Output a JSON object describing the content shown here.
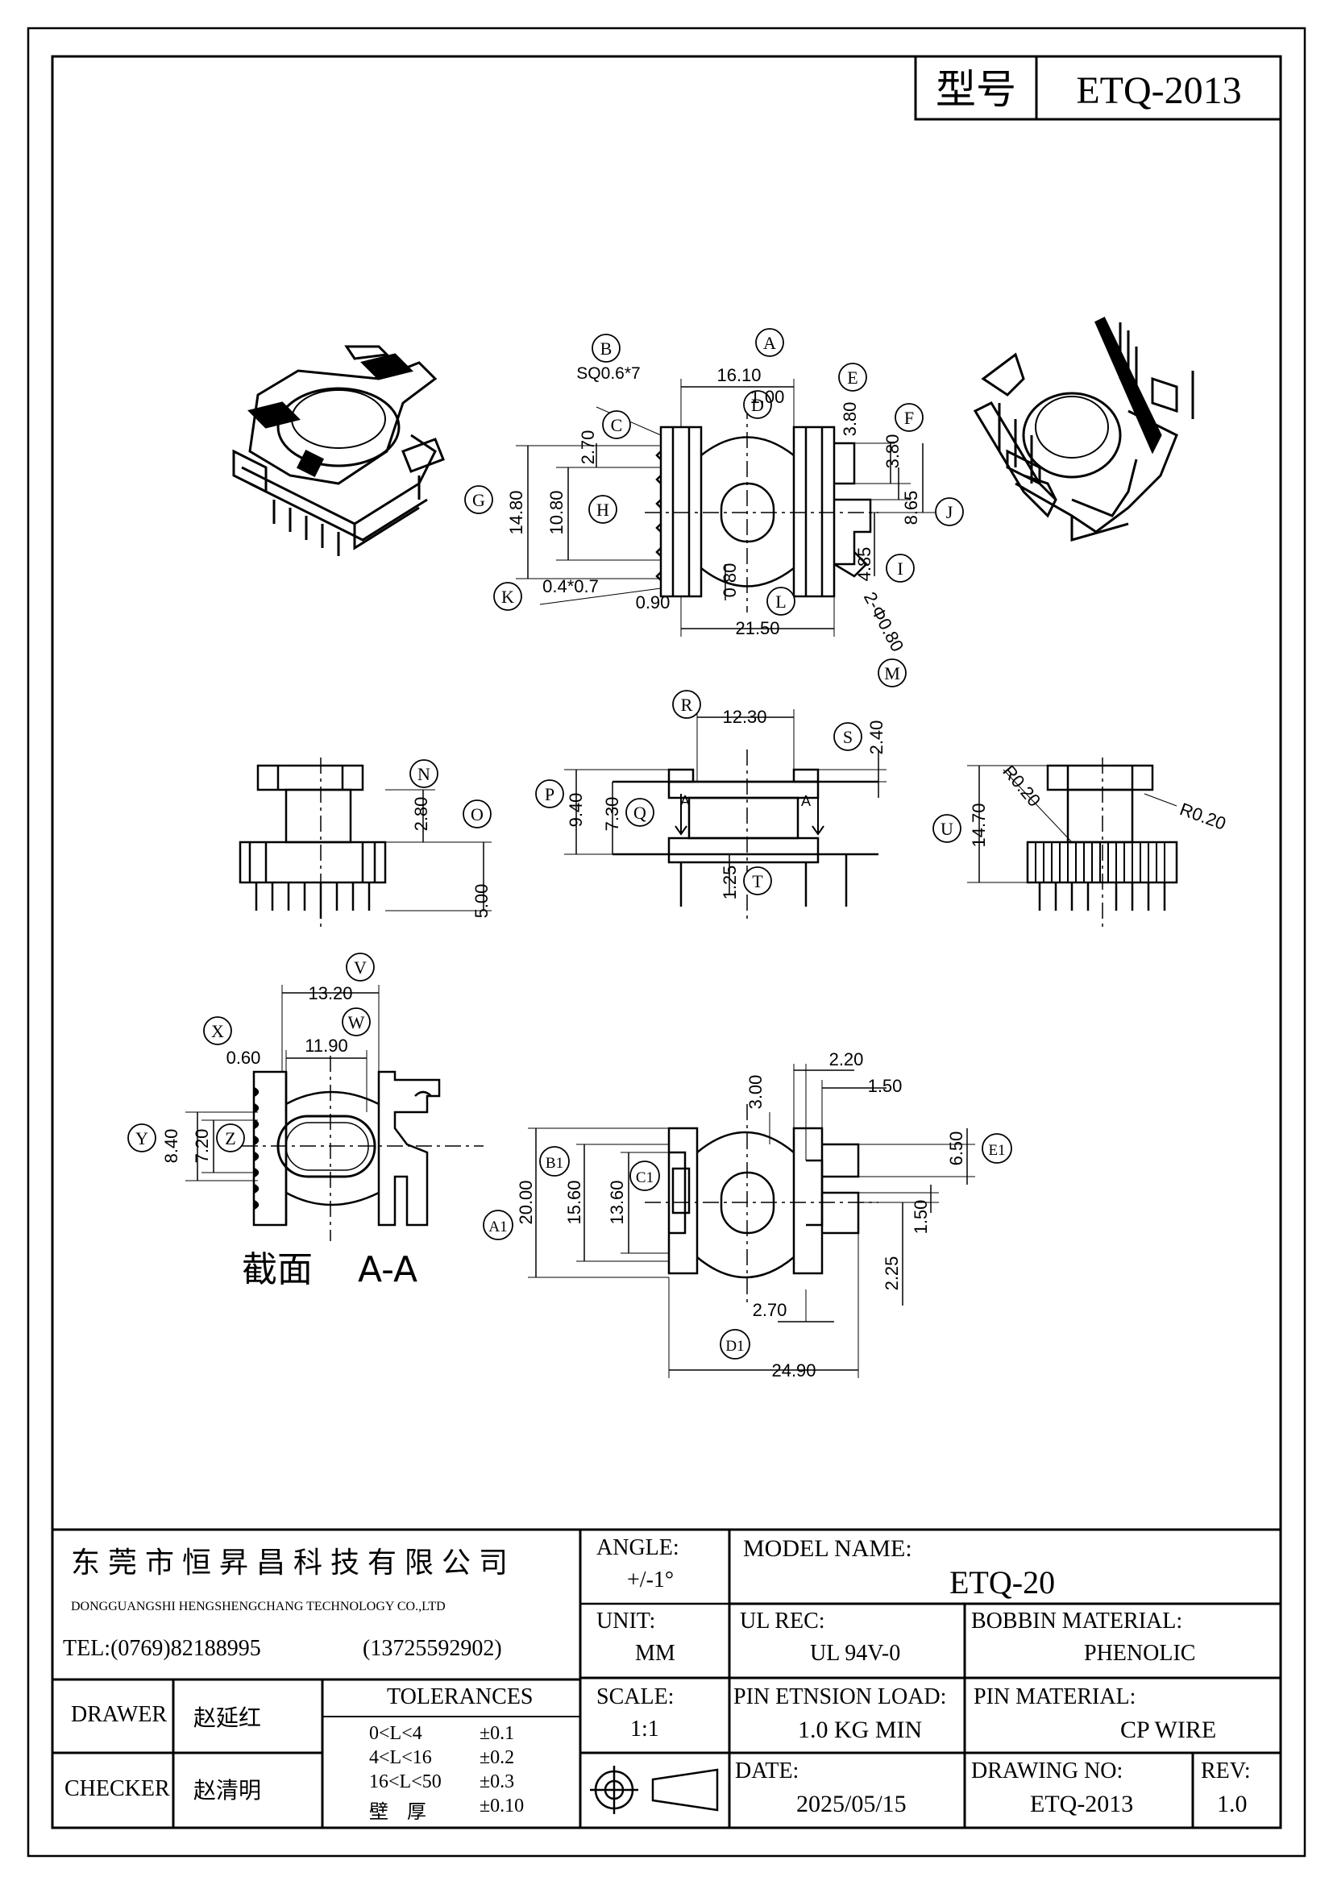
{
  "header": {
    "model_label": "型号",
    "model_value": "ETQ-2013"
  },
  "views": {
    "top": {
      "callouts": [
        "A",
        "B",
        "C",
        "D",
        "E",
        "F",
        "G",
        "H",
        "I",
        "J",
        "K",
        "L",
        "M"
      ],
      "dims": {
        "a": "16.10",
        "b_note": "SQ0.6*7",
        "c": "2.70",
        "d": "1.00",
        "e": "3.80",
        "f": "3.80",
        "g": "14.80",
        "h": "10.80",
        "i": "4.85",
        "j": "8.65",
        "k_note": "0.4*0.7",
        "l": "21.50",
        "m": "2-Φ0.80",
        "gap1": "0.90",
        "gap2": "0.80"
      }
    },
    "side_left": {
      "callouts": [
        "N",
        "O"
      ],
      "dims": {
        "n": "2.80",
        "o": "5.00"
      }
    },
    "front": {
      "callouts": [
        "P",
        "Q",
        "R",
        "S",
        "T"
      ],
      "dims": {
        "p": "9.40",
        "q": "7.30",
        "r": "12.30",
        "s": "2.40",
        "t": "1.25"
      },
      "section_mark": "A"
    },
    "side_right": {
      "callouts": [
        "U"
      ],
      "dims": {
        "u": "14.70",
        "r1": "R0.20",
        "r2": "R0.20"
      }
    },
    "section": {
      "callouts": [
        "V",
        "W",
        "X",
        "Y",
        "Z"
      ],
      "dims": {
        "v": "13.20",
        "w": "11.90",
        "x": "0.60",
        "y": "8.40",
        "z": "7.20"
      },
      "caption": "截面    A-A"
    },
    "bottom": {
      "callouts": [
        "A1",
        "B1",
        "C1",
        "D1",
        "E1"
      ],
      "dims": {
        "a1": "20.00",
        "b1": "15.60",
        "c1": "13.60",
        "d1": "24.90",
        "e1": "6.50",
        "top1": "2.20",
        "top2": "1.50",
        "top3": "3.00",
        "side1": "1.50",
        "side2": "2.25",
        "side3": "2.70"
      }
    }
  },
  "title_block": {
    "company_cn": "东莞市恒昇昌科技有限公司",
    "company_en": "DONGGUANGSHI HENGSHENGCHANG TECHNOLOGY CO.,LTD",
    "tel": "TEL:(0769)82188995",
    "mobile": "(13725592902)",
    "drawer_label": "DRAWER",
    "drawer": "赵延红",
    "checker_label": "CHECKER",
    "checker": "赵清明",
    "tolerances_label": "TOLERANCES",
    "tolerances": [
      {
        "range": "0<L<4",
        "value": "±0.1"
      },
      {
        "range": "4<L<16",
        "value": "±0.2"
      },
      {
        "range": "16<L<50",
        "value": "±0.3"
      },
      {
        "range": "壁   厚",
        "value": "±0.10"
      }
    ],
    "angle_label": "ANGLE:",
    "angle": "+/-1°",
    "unit_label": "UNIT:",
    "unit": "MM",
    "scale_label": "SCALE:",
    "scale": "1:1",
    "model_name_label": "MODEL NAME:",
    "model_name": "ETQ-20",
    "ul_label": "UL REC:",
    "ul": "UL 94V-0",
    "bobbin_label": "BOBBIN MATERIAL:",
    "bobbin": "PHENOLIC",
    "pin_load_label": "PIN ETNSION LOAD:",
    "pin_load": "1.0 KG MIN",
    "pin_mat_label": "PIN MATERIAL:",
    "pin_mat": "CP WIRE",
    "date_label": "DATE:",
    "date": "2025/05/15",
    "drawing_label": "DRAWING NO:",
    "drawing": "ETQ-2013",
    "rev_label": "REV:",
    "rev": "1.0"
  }
}
